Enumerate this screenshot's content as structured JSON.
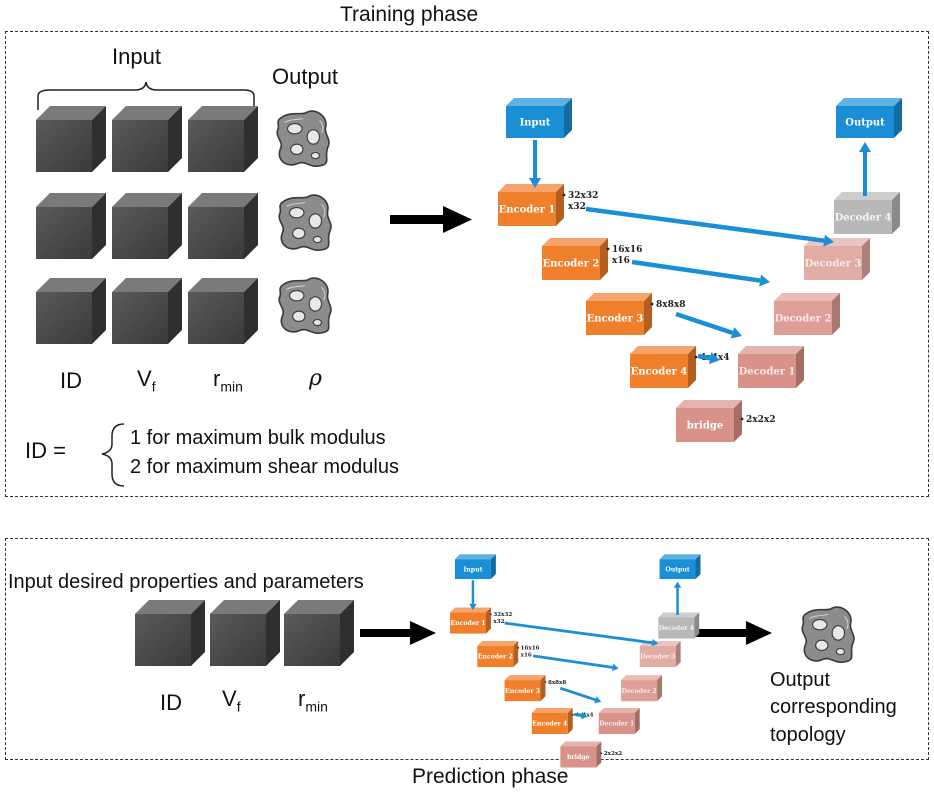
{
  "training": {
    "title": "Training phase",
    "input_label": "Input",
    "output_label": "Output",
    "col_labels": {
      "id": "ID",
      "vf_main": "V",
      "vf_sub": "f",
      "rmin_main": "r",
      "rmin_sub": "min",
      "rho": "ρ"
    },
    "id_definition": {
      "prefix": "ID =",
      "option1": "1 for maximum bulk modulus",
      "option2": "2 for maximum shear modulus"
    }
  },
  "unet": {
    "input_label": "Input",
    "output_label": "Output",
    "encoders": [
      {
        "label": "Encoder 1",
        "dims": "32x32 x32"
      },
      {
        "label": "Encoder 2",
        "dims": "16x16 x16"
      },
      {
        "label": "Encoder 3",
        "dims": "8x8x8"
      },
      {
        "label": "Encoder 4",
        "dims": "4x4x4"
      }
    ],
    "bridge": {
      "label": "bridge",
      "dims": "2x2x2"
    },
    "decoders": [
      "Decoder 1",
      "Decoder 2",
      "Decoder 3",
      "Decoder 4"
    ]
  },
  "prediction": {
    "title": "Prediction phase",
    "input_text": "Input desired properties and parameters",
    "col_labels": {
      "id": "ID",
      "vf_main": "V",
      "vf_sub": "f",
      "rmin_main": "r",
      "rmin_sub": "min"
    },
    "output_text_lines": [
      "Output",
      "corresponding",
      "topology"
    ]
  },
  "colors": {
    "blue": "#1b8fd6",
    "orange": "#f07f2c",
    "decoder": "#d9928a",
    "grey_box": "#b8b8b8",
    "cube": "#4a4a4a"
  }
}
